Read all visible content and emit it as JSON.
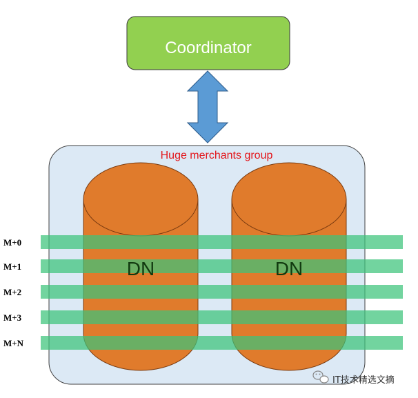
{
  "coordinator": {
    "label": "Coordinator",
    "fill": "#92d050",
    "stroke": "#3a3a3a"
  },
  "connector": {
    "icon": "double-arrow-vertical",
    "fill": "#5b9bd5",
    "stroke": "#2e5b8a"
  },
  "group": {
    "label": "Huge merchants group",
    "fill": "#dce9f5",
    "stroke": "#404040",
    "label_color": "#e3161b"
  },
  "data_nodes": [
    {
      "label": "DN"
    },
    {
      "label": "DN"
    }
  ],
  "node_colors": {
    "fill": "#e07b2c",
    "stroke": "#7a3b10"
  },
  "rows": [
    {
      "label": "M+0"
    },
    {
      "label": "M+1"
    },
    {
      "label": "M+2"
    },
    {
      "label": "M+3"
    },
    {
      "label": "M+N"
    }
  ],
  "row_band_color": "#3cc47a",
  "watermark": {
    "icon": "wechat-icon",
    "text": "IT技术精选文摘"
  }
}
